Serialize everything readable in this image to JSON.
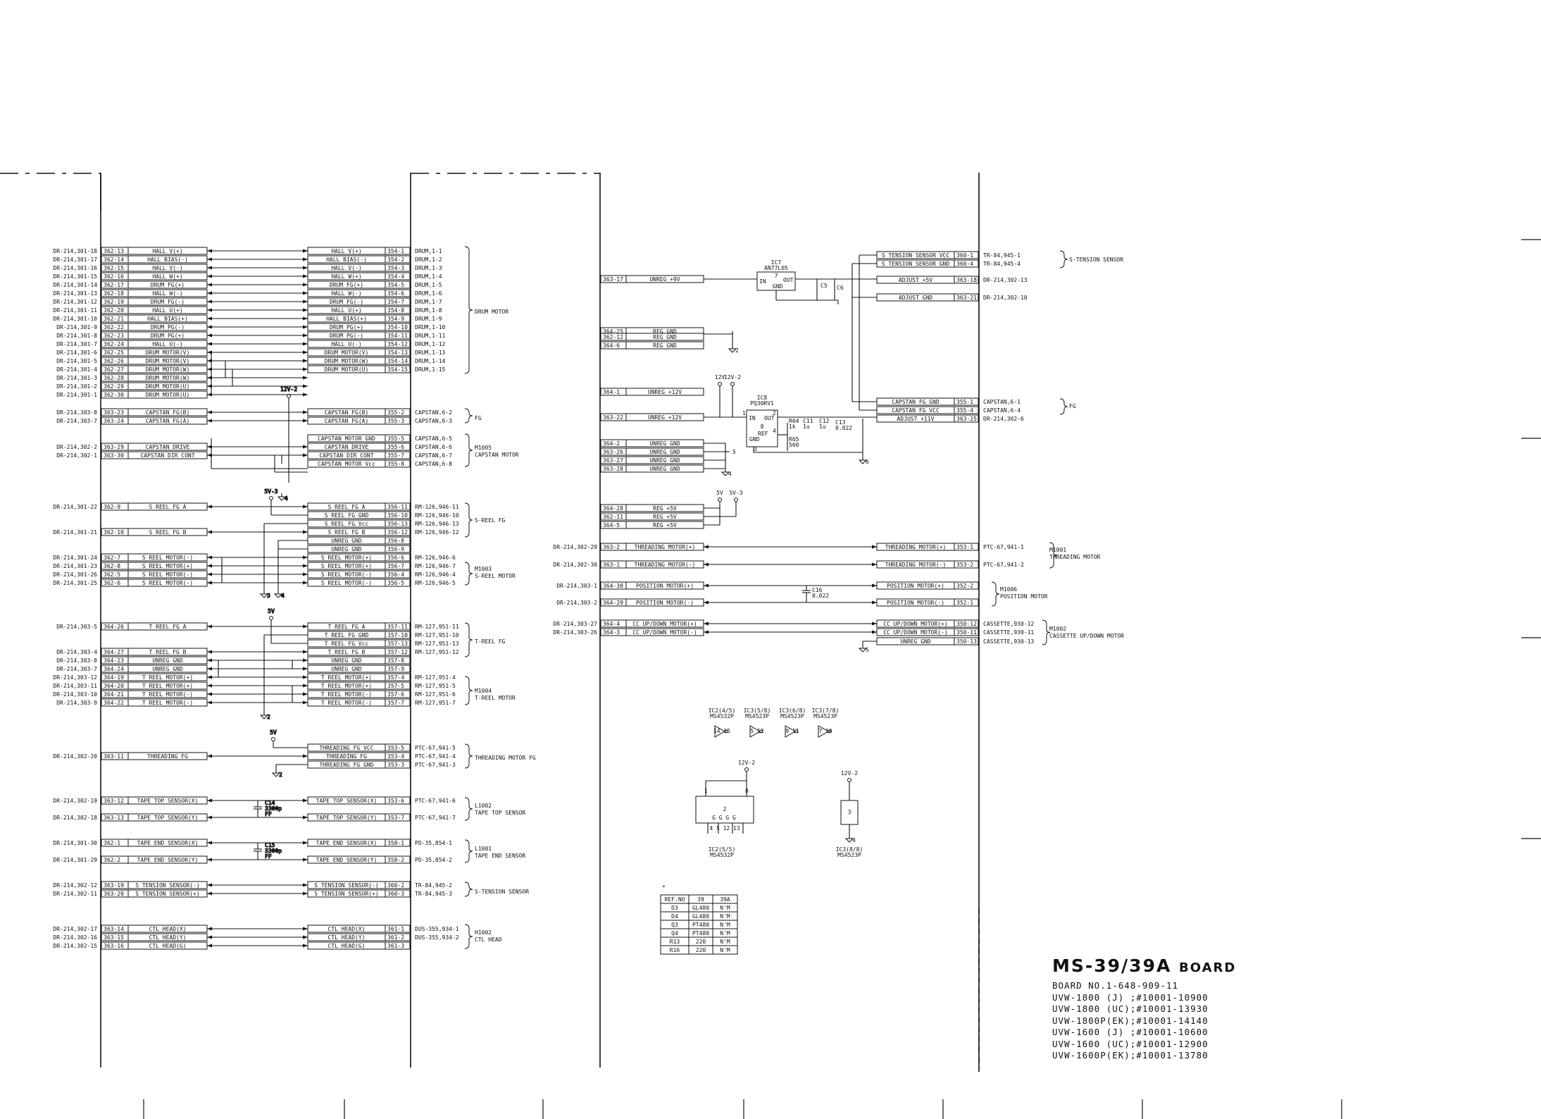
{
  "blocks": [
    {
      "group": "DRUM MOTOR",
      "rows": [
        {
          "ext": "DR-214,301-18",
          "lp": "362-13",
          "ls": "HALL V(+)",
          "rs": "HALL V(+)",
          "rp": "354-1",
          "ref": "DRUM,1-1"
        },
        {
          "ext": "DR-214,301-17",
          "lp": "362-14",
          "ls": "HALL BIAS(-)",
          "rs": "HALL BIAS(-)",
          "rp": "354-2",
          "ref": "DRUM,1-2"
        },
        {
          "ext": "DR-214,301-16",
          "lp": "362-15",
          "ls": "HALL V(-)",
          "rs": "HALL V(-)",
          "rp": "354-3",
          "ref": "DRUM,1-3"
        },
        {
          "ext": "DR-214,301-15",
          "lp": "362-16",
          "ls": "HALL W(+)",
          "rs": "HALL W(+)",
          "rp": "354-4",
          "ref": "DRUM,1-4"
        },
        {
          "ext": "DR-214,301-14",
          "lp": "362-17",
          "ls": "DRUM FG(+)",
          "rs": "DRUM FG(+)",
          "rp": "354-5",
          "ref": "DRUM,1-5"
        },
        {
          "ext": "DR-214,301-13",
          "lp": "362-18",
          "ls": "HALL W(-)",
          "rs": "HALL W(-)",
          "rp": "354-6",
          "ref": "DRUM,1-6"
        },
        {
          "ext": "DR-214,301-12",
          "lp": "362-19",
          "ls": "DRUM FG(-)",
          "rs": "DRUM FG(-)",
          "rp": "354-7",
          "ref": "DRUM,1-7"
        },
        {
          "ext": "DR-214,301-11",
          "lp": "362-20",
          "ls": "HALL U(+)",
          "rs": "HALL U(+)",
          "rp": "354-8",
          "ref": "DRUM,1-8"
        },
        {
          "ext": "DR-214,301-10",
          "lp": "362-21",
          "ls": "HALL BIAS(+)",
          "rs": "HALL BIAS(+)",
          "rp": "354-9",
          "ref": "DRUM,1-9"
        },
        {
          "ext": "DR-214,301-9",
          "lp": "362-22",
          "ls": "DRUM PG(-)",
          "rs": "DRUM PG(+)",
          "rp": "354-10",
          "ref": "DRUM,1-10"
        },
        {
          "ext": "DR-214,301-8",
          "lp": "362-23",
          "ls": "DRUM PG(+)",
          "rs": "DRUM PG(-)",
          "rp": "354-11",
          "ref": "DRUM,1-11"
        },
        {
          "ext": "DR-214,301-7",
          "lp": "362-24",
          "ls": "HALL U(-)",
          "rs": "HALL U(-)",
          "rp": "354-12",
          "ref": "DRUM,1-12"
        },
        {
          "ext": "DR-214,301-6",
          "lp": "362-25",
          "ls": "DRUM MOTOR(V)",
          "rs": "DRUM MOTOR(V)",
          "rp": "354-13",
          "ref": "DRUM,1-13"
        },
        {
          "ext": "DR-214,301-5",
          "lp": "362-26",
          "ls": "DRUM MOTOR(V)",
          "rs": "DRUM MOTOR(W)",
          "rp": "354-14",
          "ref": "DRUM,1-14"
        },
        {
          "ext": "DR-214,301-4",
          "lp": "362-27",
          "ls": "DRUM MOTOR(W)",
          "rs": "DRUM MOTOR(U)",
          "rp": "354-15",
          "ref": "DRUM,1-15"
        },
        {
          "ext": "DR-214,301-3",
          "lp": "362-28",
          "ls": "DRUM MOTOR(W)",
          "rs": "",
          "rp": "",
          "ref": ""
        },
        {
          "ext": "DR-214,301-2",
          "lp": "362-29",
          "ls": "DRUM MOTOR(U)",
          "rs": "",
          "rp": "",
          "ref": ""
        },
        {
          "ext": "DR-214,301-1",
          "lp": "362-30",
          "ls": "DRUM MOTOR(U)",
          "rs": "",
          "rp": "",
          "ref": ""
        }
      ]
    },
    {
      "group": "FG",
      "rows": [
        {
          "ext": "DR-214,303-8",
          "lp": "363-23",
          "ls": "CAPSTAN FG(B)",
          "rs": "CAPSTAN FG(B)",
          "rp": "355-2",
          "ref": "CAPSTAN,6-2"
        },
        {
          "ext": "DR-214,303-7",
          "lp": "363-24",
          "ls": "CAPSTAN FG(A)",
          "rs": "CAPSTAN FG(A)",
          "rp": "355-3",
          "ref": "CAPSTAN,6-3"
        }
      ]
    },
    {
      "group": "M1005 CAPSTAN MOTOR",
      "rows": [
        {
          "ext": "",
          "lp": "",
          "ls": "",
          "rs": "CAPSTAN MOTOR GND",
          "rp": "355-5",
          "ref": "CAPSTAN,6-5"
        },
        {
          "ext": "DR-214,302-2",
          "lp": "363-29",
          "ls": "CAPSTAN DRIVE",
          "rs": "CAPSTAN DRIVE",
          "rp": "355-6",
          "ref": "CAPSTAN,6-6"
        },
        {
          "ext": "DR-214,302-1",
          "lp": "363-30",
          "ls": "CAPSTAN DIR CONT",
          "rs": "CAPSTAN DIR CONT",
          "rp": "355-7",
          "ref": "CAPSTAN,6-7"
        },
        {
          "ext": "",
          "lp": "",
          "ls": "",
          "rs": "CAPSTAN MOTOR Vcc",
          "rp": "355-8",
          "ref": "CAPSTAN,6-8"
        }
      ]
    },
    {
      "group": "S-REEL FG",
      "rows": [
        {
          "ext": "DR-214,301-22",
          "lp": "362-9",
          "ls": "S REEL FG A",
          "rs": "S REEL FG A",
          "rp": "356-11",
          "ref": "RM-126,946-11"
        },
        {
          "ext": "",
          "lp": "",
          "ls": "",
          "rs": "S REEL FG GND",
          "rp": "356-10",
          "ref": "RM-126,946-10"
        },
        {
          "ext": "",
          "lp": "",
          "ls": "",
          "rs": "S REEL FG Vcc",
          "rp": "356-13",
          "ref": "RM-126,946-13"
        },
        {
          "ext": "DR-214,301-21",
          "lp": "362-10",
          "ls": "S REEL FG B",
          "rs": "S REEL FG B",
          "rp": "356-12",
          "ref": "RM-126,946-12"
        }
      ]
    },
    {
      "group": "M1003 S-REEL MOTOR",
      "rows": [
        {
          "ext": "",
          "lp": "",
          "ls": "",
          "rs": "UNREG GND",
          "rp": "356-8",
          "ref": ""
        },
        {
          "ext": "",
          "lp": "",
          "ls": "",
          "rs": "UNREG GND",
          "rp": "356-9",
          "ref": ""
        },
        {
          "ext": "DR-214,301-24",
          "lp": "362-7",
          "ls": "S REEL MOTOR(-)",
          "rs": "S REEL MOTOR(+)",
          "rp": "356-6",
          "ref": "RM-126,946-6"
        },
        {
          "ext": "DR-214,301-23",
          "lp": "362-8",
          "ls": "S REEL MOTOR(+)",
          "rs": "S REEL MOTOR(+)",
          "rp": "356-7",
          "ref": "RM-126,946-7"
        },
        {
          "ext": "DR-214,301-26",
          "lp": "362-5",
          "ls": "S REEL MOTOR(-)",
          "rs": "S REEL MOTOR(-)",
          "rp": "356-4",
          "ref": "RM-126,946-4"
        },
        {
          "ext": "DR-214,301-25",
          "lp": "362-6",
          "ls": "S REEL MOTOR(-)",
          "rs": "S REEL MOTOR(-)",
          "rp": "356-5",
          "ref": "RM-126,946-5"
        }
      ]
    },
    {
      "group": "T-REEL FG",
      "rows": [
        {
          "ext": "DR-214,303-5",
          "lp": "364-26",
          "ls": "T REEL FG A",
          "rs": "T REEL FG A",
          "rp": "357-11",
          "ref": "RM-127,951-11"
        },
        {
          "ext": "",
          "lp": "",
          "ls": "",
          "rs": "T REEL FG GND",
          "rp": "357-10",
          "ref": "RM-127,951-10"
        },
        {
          "ext": "",
          "lp": "",
          "ls": "",
          "rs": "T REEL FG Vcc",
          "rp": "357-13",
          "ref": "RM-127,951-13"
        },
        {
          "ext": "DR-214,303-4",
          "lp": "364-27",
          "ls": "T REEL FG B",
          "rs": "T REEL FG B",
          "rp": "357-12",
          "ref": "RM-127,951-12"
        }
      ]
    },
    {
      "group": "M1004 T-REEL MOTOR",
      "rows": [
        {
          "ext": "DR-214,303-8",
          "lp": "364-23",
          "ls": "UNREG GND",
          "rs": "UNREG GND",
          "rp": "357-8",
          "ref": ""
        },
        {
          "ext": "DR-214,303-7",
          "lp": "364-24",
          "ls": "UNREG GND",
          "rs": "UNREG GND",
          "rp": "357-9",
          "ref": ""
        },
        {
          "ext": "DR-214,303-12",
          "lp": "364-19",
          "ls": "T REEL MOTOR(+)",
          "rs": "T REEL MOTOR(+)",
          "rp": "357-4",
          "ref": "RM-127,951-4"
        },
        {
          "ext": "DR-214,303-11",
          "lp": "364-20",
          "ls": "T REEL MOTOR(+)",
          "rs": "T REEL MOTOR(+)",
          "rp": "357-5",
          "ref": "RM-127,951-5"
        },
        {
          "ext": "DR-214,303-10",
          "lp": "364-21",
          "ls": "T REEL MOTOR(-)",
          "rs": "T REEL MOTOR(-)",
          "rp": "357-6",
          "ref": "RM-127,951-6"
        },
        {
          "ext": "DR-214,303-9",
          "lp": "364-22",
          "ls": "T REEL MOTOR(-)",
          "rs": "T REEL MOTOR(-)",
          "rp": "357-7",
          "ref": "RM-127,951-7"
        }
      ]
    },
    {
      "group": "THREADING MOTOR FG",
      "rows": [
        {
          "ext": "",
          "lp": "",
          "ls": "",
          "rs": "THREADING FG VCC",
          "rp": "353-5",
          "ref": "PTC-67,941-5"
        },
        {
          "ext": "DR-214,302-20",
          "lp": "363-11",
          "ls": "THREADING FG",
          "rs": "THREADING FG",
          "rp": "353-4",
          "ref": "PTC-67,941-4"
        },
        {
          "ext": "",
          "lp": "",
          "ls": "",
          "rs": "THREADING FG GND",
          "rp": "353-3",
          "ref": "PTC-67,941-3"
        }
      ]
    },
    {
      "group": "L1002 TAPE TOP SENSOR",
      "rows": [
        {
          "ext": "DR-214,302-19",
          "lp": "363-12",
          "ls": "TAPE TOP SENSOR(X)",
          "rs": "TAPE TOP SENSOR(X)",
          "rp": "353-6",
          "ref": "PTC-67,941-6"
        },
        {
          "ext": "DR-214,302-18",
          "lp": "363-13",
          "ls": "TAPE TOP SENSOR(Y)",
          "rs": "TAPE TOP SENSOR(Y)",
          "rp": "353-7",
          "ref": "PTC-67,941-7"
        }
      ]
    },
    {
      "group": "L1001 TAPE END SENSOR",
      "rows": [
        {
          "ext": "DR-214,301-30",
          "lp": "362-1",
          "ls": "TAPE END SENSOR(X)",
          "rs": "TAPE END SENSOR(X)",
          "rp": "358-1",
          "ref": "PD-35,854-1"
        },
        {
          "ext": "DR-214,301-29",
          "lp": "362-2",
          "ls": "TAPE END SENSOR(Y)",
          "rs": "TAPE END SENSOR(Y)",
          "rp": "358-2",
          "ref": "PD-35,854-2"
        }
      ]
    },
    {
      "group": "S-TENSION SENSOR",
      "rows": [
        {
          "ext": "DR-214,302-12",
          "lp": "363-19",
          "ls": "S TENSION SENSOR(-)",
          "rs": "S TENSION SENSOR(-)",
          "rp": "360-2",
          "ref": "TR-84,945-2"
        },
        {
          "ext": "DR-214,302-11",
          "lp": "363-20",
          "ls": "S TENSION SENSOR(+)",
          "rs": "S TENSION SENSOR(+)",
          "rp": "360-3",
          "ref": "TR-84,945-3"
        }
      ]
    },
    {
      "group": "H1002 CTL HEAD",
      "rows": [
        {
          "ext": "DR-214,302-17",
          "lp": "363-14",
          "ls": "CTL HEAD(X)",
          "rs": "CTL HEAD(X)",
          "rp": "361-1",
          "ref": "DUS-355,934-1"
        },
        {
          "ext": "DR-214,302-16",
          "lp": "363-15",
          "ls": "CTL HEAD(Y)",
          "rs": "CTL HEAD(Y)",
          "rp": "361-2",
          "ref": "DUS-355,934-2"
        },
        {
          "ext": "DR-214,302-15",
          "lp": "363-16",
          "ls": "CTL HEAD(G)",
          "rs": "CTL HEAD(G)",
          "rp": "361-3",
          "ref": ""
        }
      ]
    }
  ],
  "left_cap_labels": {
    "c14": "C14",
    "c14v": "3300p",
    "c14b": "FF",
    "c15": "C15",
    "c15v": "3300p",
    "c15b": "FF",
    "v12a": "12V-2",
    "v5a": "5V-3",
    "v5b": "5V",
    "v5c": "5V"
  },
  "right_left_rows": [
    {
      "lp": "363-17",
      "sig": "UNREG +9V"
    },
    {
      "lp": "364-25",
      "sig": "REG GND"
    },
    {
      "lp": "362-12",
      "sig": "REG GND"
    },
    {
      "lp": "364-6",
      "sig": "REG GND"
    },
    {
      "lp": "364-1",
      "sig": "UNREG +12V"
    },
    {
      "lp": "363-22",
      "sig": "UNREG +12V"
    },
    {
      "lp": "364-2",
      "sig": "UNREG GND"
    },
    {
      "lp": "363-26",
      "sig": "UNREG GND"
    },
    {
      "lp": "363-27",
      "sig": "UNREG GND"
    },
    {
      "lp": "363-28",
      "sig": "UNREG GND"
    },
    {
      "lp": "364-28",
      "sig": "REG +5V"
    },
    {
      "lp": "362-11",
      "sig": "REG +5V"
    },
    {
      "lp": "364-5",
      "sig": "REG +5V"
    }
  ],
  "right_far_rows": [
    {
      "sig": "S TENSION SENSOR VCC",
      "rp": "360-1",
      "ref": "TR-84,945-1"
    },
    {
      "sig": "S TENSION SENSOR GND",
      "rp": "360-4",
      "ref": "TR-84,945-4"
    },
    {
      "sig": "ADJUST +5V",
      "rp": "363-18",
      "ref": "DR-214,302-13"
    },
    {
      "sig": "ADJUST GND",
      "rp": "363-21",
      "ref": "DR-214,302-10"
    },
    {
      "sig": "CAPSTAN FG GND",
      "rp": "355-1",
      "ref": "CAPSTAN,6-1"
    },
    {
      "sig": "CAPSTAN FG VCC",
      "rp": "355-4",
      "ref": "CAPSTAN,6-4"
    },
    {
      "sig": "ADJUST +11V",
      "rp": "363-25",
      "ref": "DR-214,302-6"
    }
  ],
  "right_groups": {
    "stension": "S-TENSION SENSOR",
    "fg": "FG"
  },
  "ic_labels": {
    "ic7": "IC7",
    "ic7p": "AN77L05",
    "ic8": "IC8",
    "ic8p": "PQ30RV1",
    "in": "IN",
    "out": "OUT",
    "gnd": "GND",
    "ref": "REF",
    "v12a": "12V",
    "v12b": "12V-2",
    "v5": "5V",
    "v53": "5V-3"
  },
  "motor_rows": [
    {
      "ext": "DR-214,302-29",
      "lp": "363-2",
      "ls": "THREADING MOTOR(+)",
      "rs": "THREADING MOTOR(+)",
      "rp": "353-1",
      "ref": "PTC-67,941-1"
    },
    {
      "ext": "DR-214,302-30",
      "lp": "363-1",
      "ls": "THREADING MOTOR(-)",
      "rs": "THREADING MOTOR(-)",
      "rp": "353-2",
      "ref": "PTC-67,941-2"
    },
    {
      "ext": "DR-214,303-1",
      "lp": "364-30",
      "ls": "POSITION MOTOR(+)",
      "rs": "POSITION MOTOR(+)",
      "rp": "352-2",
      "ref": ""
    },
    {
      "ext": "DR-214,303-2",
      "lp": "364-29",
      "ls": "POSITION MOTOR(-)",
      "rs": "POSITION MOTOR(-)",
      "rp": "352-1",
      "ref": ""
    },
    {
      "ext": "DR-214,303-27",
      "lp": "364-4",
      "ls": "CC UP/DOWN MOTOR(+)",
      "rs": "CC UP/DOWN MOTOR(+)",
      "rp": "350-12",
      "ref": "CASSETTE,930-12"
    },
    {
      "ext": "DR-214,303-26",
      "lp": "364-3",
      "ls": "CC UP/DOWN MOTOR(-)",
      "rs": "CC UP/DOWN MOTOR(-)",
      "rp": "350-11",
      "ref": "CASSETTE,930-11"
    },
    {
      "ext": "",
      "lp": "",
      "ls": "",
      "rs": "UNREG GND",
      "rp": "350-13",
      "ref": "CASSETTE,930-13"
    }
  ],
  "motor_groups": {
    "m1001": "M1001",
    "m1001b": "THREADING MOTOR",
    "m1006": "M1006",
    "m1006b": "POSITION MOTOR",
    "m1002": "M1002",
    "m1002b": "CASSETTE UP/DOWN MOTOR",
    "c16": "C16",
    "c16v": "0.022"
  },
  "inverters": [
    {
      "name": "IC2(4/5)",
      "part": "MS4532P",
      "pins": "14  15"
    },
    {
      "name": "IC3(5/8)",
      "part": "MS4523P",
      "pins": "5   12"
    },
    {
      "name": "IC3(6/8)",
      "part": "MS4523P",
      "pins": "9   11"
    },
    {
      "name": "IC3(7/8)",
      "part": "MS4523P",
      "pins": "7   10"
    }
  ],
  "power_ics": {
    "ic2": "IC2(5/5)",
    "ic2p": "MS4532P",
    "ic2n": "2",
    "ic3": "IC3(8/8)",
    "ic3p": "MS4523P",
    "ic3n": "3",
    "v12": "12V-2",
    "v12b": "12V-2"
  },
  "ref_table": {
    "marker": "*",
    "headers": [
      "REF.NO",
      "39",
      "39A"
    ],
    "rows": [
      [
        "D3",
        "GL480",
        "N'M"
      ],
      [
        "D4",
        "GL480",
        "N'M"
      ],
      [
        "Q3",
        "PT480",
        "N'M"
      ],
      [
        "Q4",
        "PT480",
        "N'M"
      ],
      [
        "R13",
        "220",
        "N'M"
      ],
      [
        "R16",
        "220",
        "N'M"
      ]
    ]
  },
  "title_block": {
    "title": "MS-39/39A",
    "title_suffix": "BOARD",
    "lines": [
      "BOARD NO.1-648-909-11",
      "UVW-1800 (J) ;#10001-10900",
      "UVW-1800 (UC);#10001-13930",
      "UVW-1800P(EK);#10001-14140",
      "UVW-1600 (J) ;#10001-10600",
      "UVW-1600 (UC);#10001-12900",
      "UVW-1600P(EK);#10001-13780"
    ]
  }
}
